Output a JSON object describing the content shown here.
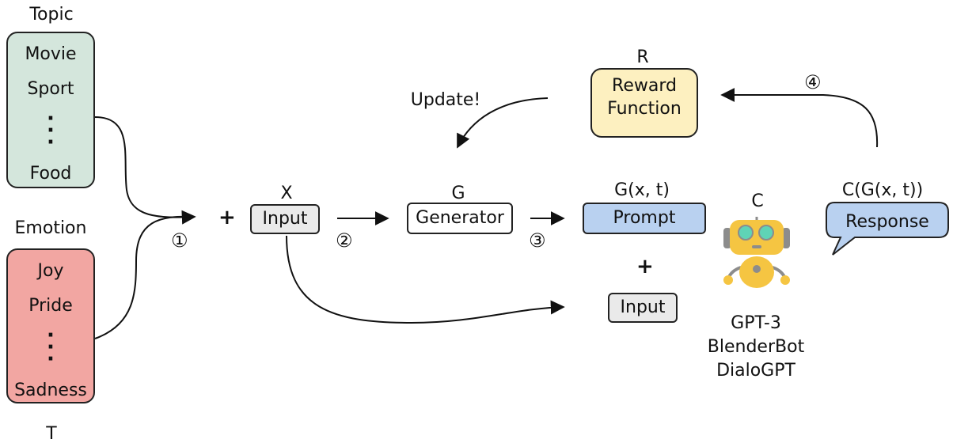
{
  "topic": {
    "heading": "Topic",
    "items": [
      "Movie",
      "Sport",
      "Food"
    ],
    "fill": "#d4e6dc"
  },
  "emotion": {
    "heading": "Emotion",
    "items": [
      "Joy",
      "Pride",
      "Sadness"
    ],
    "fill": "#f2a6a2"
  },
  "t_label": "T",
  "x_label": "X",
  "input_label": "Input",
  "input_fill": "#eaeaea",
  "g_label": "G",
  "generator_label": "Generator",
  "gxt_label": "G(x, t)",
  "prompt_label": "Prompt",
  "prompt_fill": "#b9d1f0",
  "r_label": "R",
  "reward_label_line1": "Reward",
  "reward_label_line2": "Function",
  "reward_fill": "#fdf0c0",
  "update_label": "Update!",
  "c_label": "C",
  "cgxt_label": "C(G(x, t))",
  "response_label": "Response",
  "response_fill": "#b9d1f0",
  "models": [
    "GPT-3",
    "BlenderBot",
    "DialoGPT"
  ],
  "steps": [
    "①",
    "②",
    "③",
    "④"
  ],
  "plus": "+",
  "robot_colors": {
    "body": "#f5c542",
    "eyes": "#5fd3b6",
    "limbs": "#8c8c8c"
  }
}
